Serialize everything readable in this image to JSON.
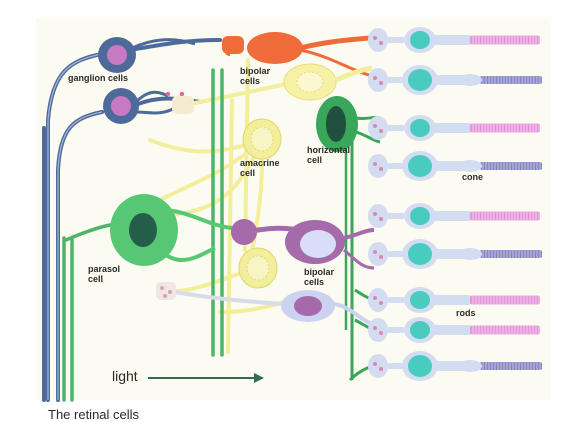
{
  "labels": {
    "ganglion_cells": "ganglion cells",
    "bipolar_cells_top": "bipolar\ncells",
    "amacrine_cell": "amacrine\ncell",
    "horizontal_cell": "horizontal\ncell",
    "cone": "cone",
    "parasol_cell": "parasol\ncell",
    "bipolar_cells_bottom": "bipolar\ncells",
    "rods": "rods",
    "light": "light",
    "caption": "The retinal cells"
  },
  "colors": {
    "background_panel": "#fbfbf1",
    "ganglion": "#4d6a9a",
    "ganglion_nucleus": "#c77ac1",
    "bipolar_orange": "#f06b3a",
    "bipolar_yellow": "#f6f1a4",
    "amacrine": "#f3ee9a",
    "horizontal": "#3aa65a",
    "parasol": "#56c874",
    "parasol_nucleus": "#245e4b",
    "bipolar_purple": "#a46aaa",
    "bipolar_lavender": "#cbd3f0",
    "photoreceptor_body": "#d4dcf2",
    "photoreceptor_nucleus": "#49cbbf",
    "cone_segment": "#e597dc",
    "rod_segment": "#8a86c8",
    "arrow": "#2f6b55"
  }
}
